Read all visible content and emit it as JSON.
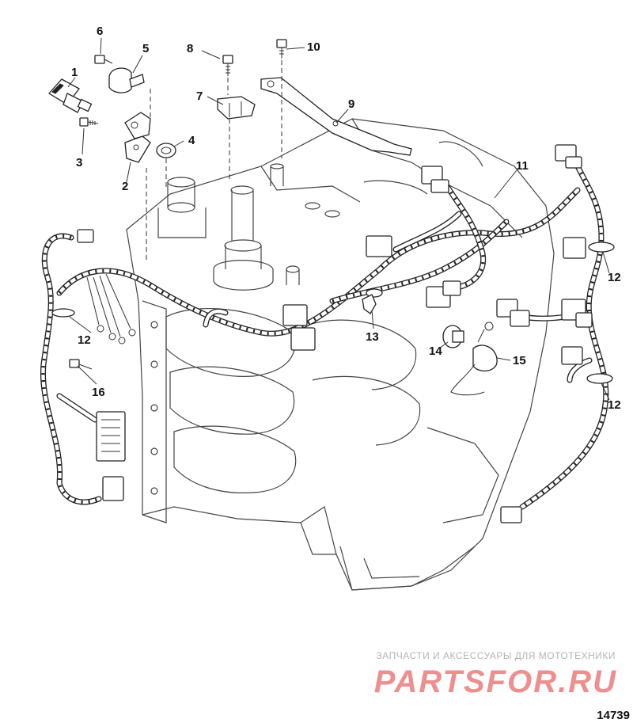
{
  "callouts": [
    {
      "id": "1",
      "label": "1"
    },
    {
      "id": "2",
      "label": "2"
    },
    {
      "id": "3",
      "label": "3"
    },
    {
      "id": "4",
      "label": "4"
    },
    {
      "id": "5",
      "label": "5"
    },
    {
      "id": "6",
      "label": "6"
    },
    {
      "id": "7",
      "label": "7"
    },
    {
      "id": "8",
      "label": "8"
    },
    {
      "id": "9",
      "label": "9"
    },
    {
      "id": "10",
      "label": "10"
    },
    {
      "id": "11",
      "label": "11"
    },
    {
      "id": "12a",
      "label": "12"
    },
    {
      "id": "12b",
      "label": "12"
    },
    {
      "id": "12c",
      "label": "12"
    },
    {
      "id": "13",
      "label": "13"
    },
    {
      "id": "14",
      "label": "14"
    },
    {
      "id": "15",
      "label": "15"
    },
    {
      "id": "16",
      "label": "16"
    }
  ],
  "watermark": {
    "tagline": "ЗАПЧАСТИ И АКСЕССУАРЫ ДЛЯ МОТОТЕХНИКИ",
    "brand": "PARTSFOR.RU"
  },
  "figure_number": "14739",
  "colors": {
    "ink": "#222222",
    "watermark_brand": "#ee8f8f",
    "watermark_tagline": "#b4b4b4"
  }
}
